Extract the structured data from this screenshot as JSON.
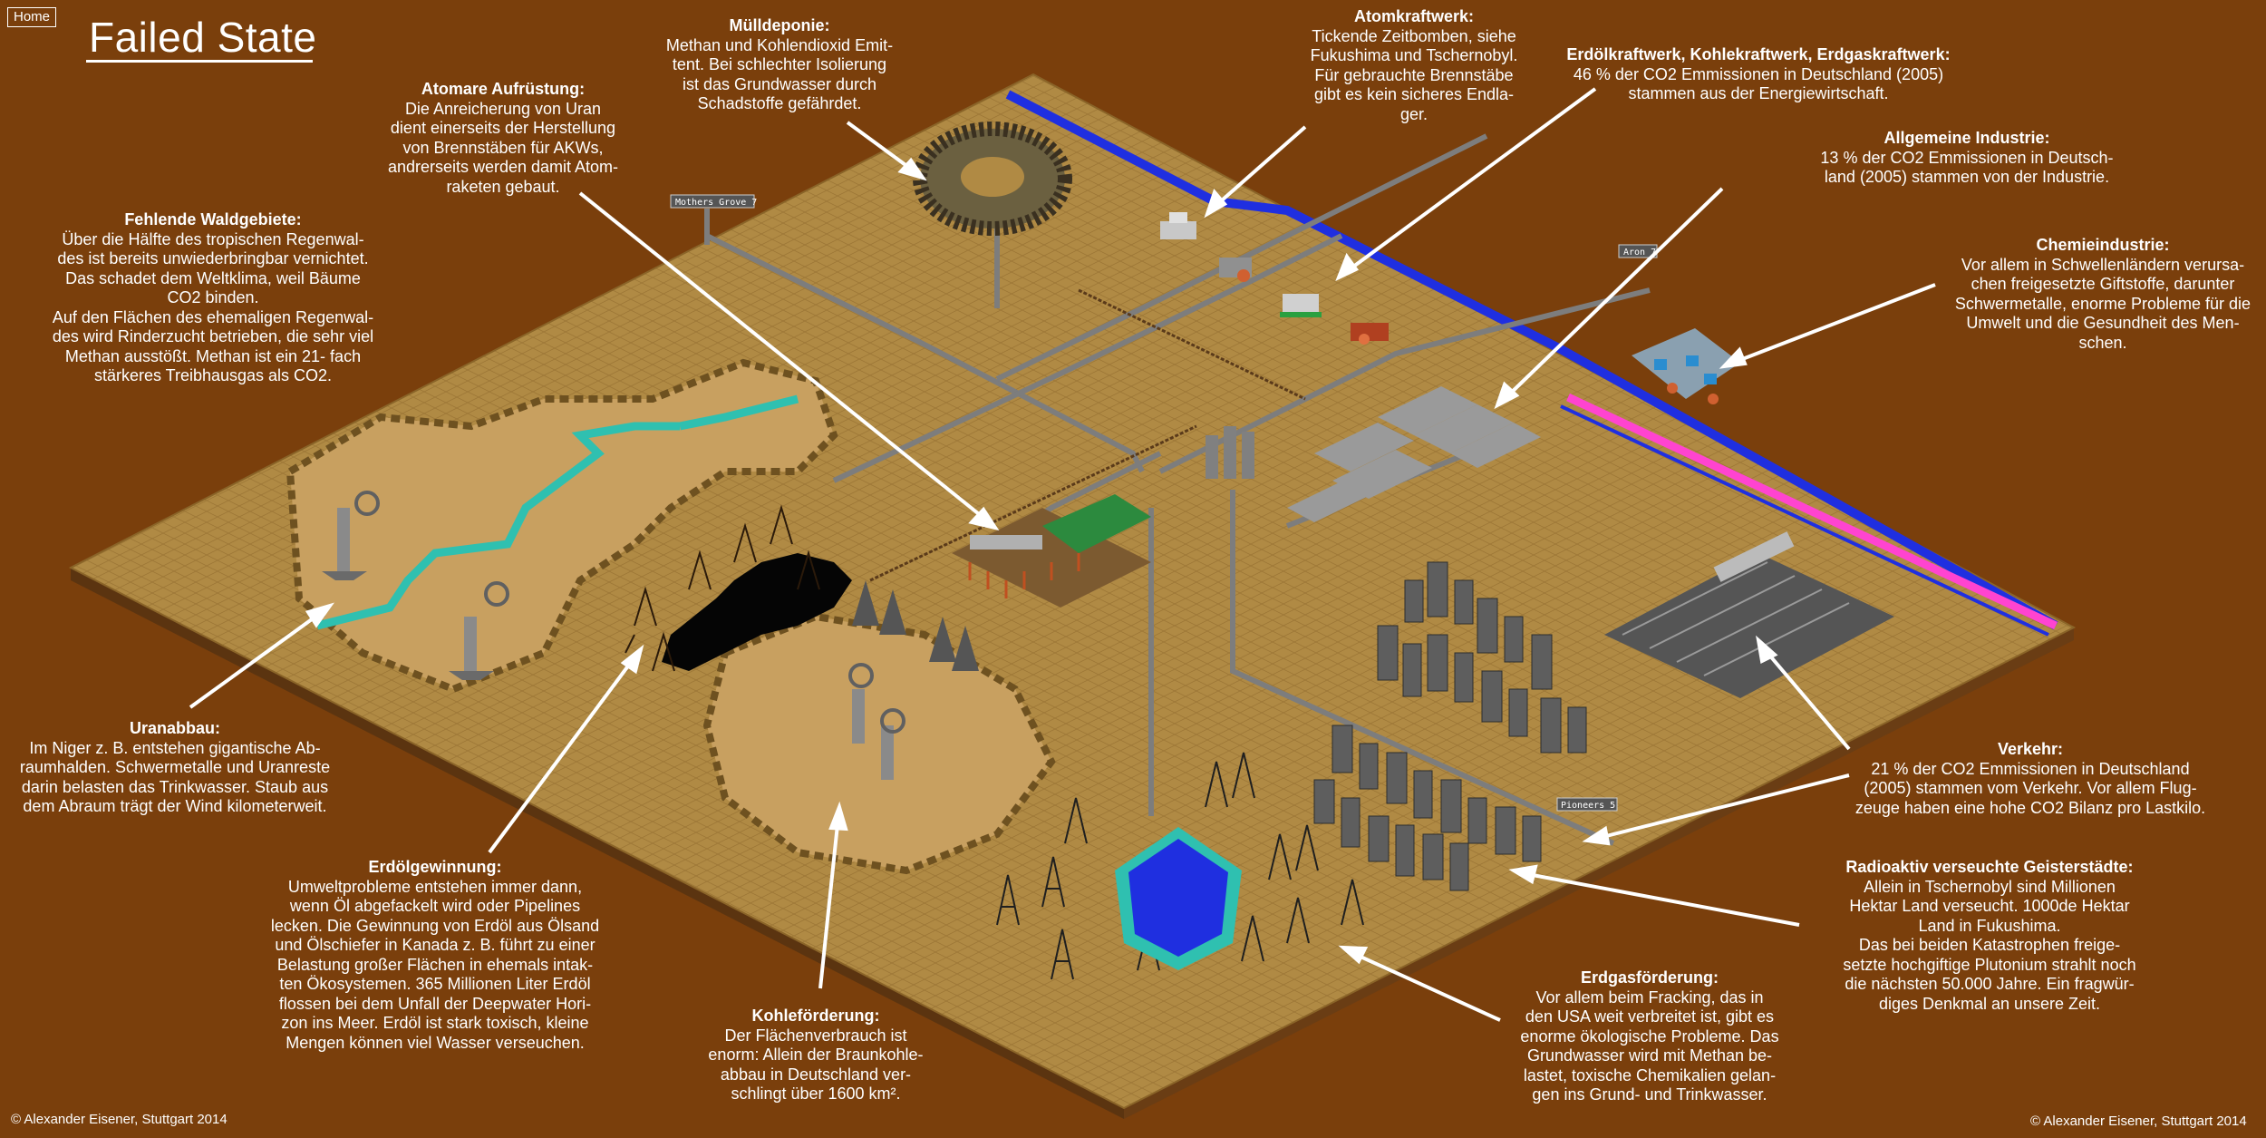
{
  "nav": {
    "home_label": "Home"
  },
  "title": "Failed State",
  "signs": {
    "mothers_grove": "Mothers Grove 7",
    "aron": "Aron 7",
    "pioneers": "Pioneers 5"
  },
  "notes": {
    "muelldeponie": {
      "heading": "Mülldeponie:",
      "body": "Methan und Kohlendioxid Emit-\ntent. Bei schlechter Isolierung\nist das Grundwasser durch\nSchadstoffe gefährdet."
    },
    "atomkraftwerk": {
      "heading": "Atomkraftwerk:",
      "body": "Tickende Zeitbomben, siehe\nFukushima und Tschernobyl.\nFür gebrauchte Brennstäbe\ngibt es kein sicheres Endla-\nger."
    },
    "kraftwerke": {
      "heading": "Erdölkraftwerk, Kohlekraftwerk, Erdgaskraftwerk:",
      "body": "46 % der CO2 Emmissionen in Deutschland (2005)\nstammen aus der Energiewirtschaft."
    },
    "aufruestung": {
      "heading": "Atomare Aufrüstung:",
      "body": "Die Anreicherung von Uran\ndient einerseits der Herstellung\nvon Brennstäben für AKWs,\nandrerseits werden damit Atom-\nraketen gebaut."
    },
    "industrie": {
      "heading": "Allgemeine Industrie:",
      "body": "13 % der CO2 Emmissionen in Deutsch-\nland (2005) stammen von der Industrie."
    },
    "waldgebiete": {
      "heading": "Fehlende Waldgebiete:",
      "body": "Über die Hälfte des tropischen Regenwal-\ndes ist bereits unwiederbringbar vernichtet.\nDas schadet dem Weltklima, weil Bäume\nCO2 binden.\nAuf den Flächen des ehemaligen Regenwal-\ndes wird Rinderzucht betrieben, die sehr viel\nMethan ausstößt. Methan ist ein 21- fach\nstärkeres Treibhausgas als CO2."
    },
    "chemie": {
      "heading": "Chemieindustrie:",
      "body": "Vor allem in Schwellenländern verursa-\nchen freigesetzte Giftstoffe, darunter\nSchwermetalle, enorme Probleme für die\nUmwelt und die Gesundheit des Men-\nschen."
    },
    "uranabbau": {
      "heading": "Uranabbau:",
      "body": "Im Niger z. B. entstehen gigantische Ab-\nraumhalden. Schwermetalle und Uranreste\ndarin belasten das Trinkwasser. Staub aus\ndem Abraum trägt der Wind kilometerweit."
    },
    "verkehr": {
      "heading": "Verkehr:",
      "body": "21 % der CO2 Emmissionen in Deutschland\n(2005) stammen vom Verkehr. Vor allem Flug-\nzeuge haben eine hohe CO2 Bilanz pro Lastkilo."
    },
    "erdoel": {
      "heading": "Erdölgewinnung:",
      "body": "Umweltprobleme entstehen immer dann,\nwenn Öl abgefackelt wird oder Pipelines\nlecken. Die Gewinnung von Erdöl aus Ölsand\nund Ölschiefer in Kanada z. B. führt zu einer\nBelastung großer Flächen in ehemals intak-\nten Ökosystemen. 365 Millionen Liter Erdöl\nflossen bei dem Unfall der Deepwater Hori-\nzon ins Meer. Erdöl ist stark toxisch, kleine\nMengen können viel Wasser verseuchen."
    },
    "radioaktiv": {
      "heading": "Radioaktiv verseuchte Geisterstädte:",
      "body": "Allein in Tschernobyl sind Millionen\nHektar Land verseucht. 1000de Hektar\nLand in Fukushima.\nDas bei beiden Katastrophen freige-\nsetzte hochgiftige Plutonium strahlt noch\ndie nächsten 50.000 Jahre. Ein fragwür-\ndiges Denkmal an unsere Zeit."
    },
    "erdgas": {
      "heading": "Erdgasförderung:",
      "body": "Vor allem beim Fracking, das in\nden USA weit verbreitet ist, gibt es\nenorme ökologische Probleme. Das\nGrundwasser wird mit Methan be-\nlastet, toxische Chemikalien gelan-\ngen ins Grund- und Trinkwasser."
    },
    "kohle": {
      "heading": "Kohleförderung:",
      "body": "Der Flächenverbrauch ist\nenorm: Allein der Braunkohle-\nabbau in Deutschland ver-\nschlingt über 1600 km²."
    }
  },
  "footer": {
    "copyright_left": "© Alexander Eisener, Stuttgart 2014",
    "copyright_right": "© Alexander Eisener, Stuttgart 2014"
  },
  "colors": {
    "background": "#7a3f0c",
    "ground": "#b08a44",
    "water": "#1f2fe0",
    "pink_road": "#ff44d0",
    "teal": "#2fc0b0",
    "oil": "#050505"
  }
}
